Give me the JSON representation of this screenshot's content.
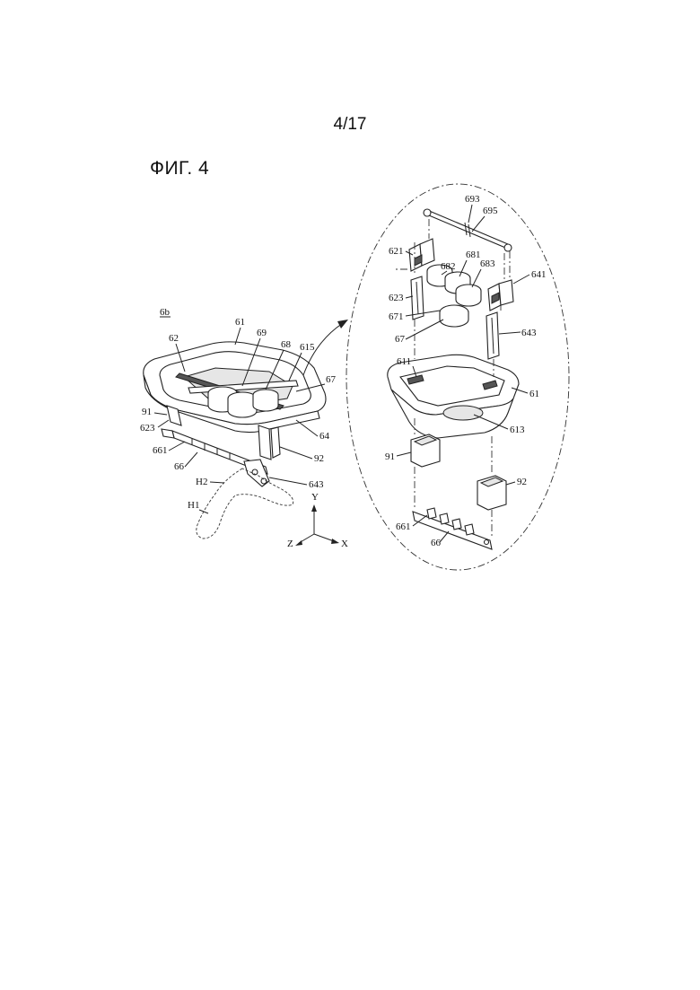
{
  "page_number": "4/17",
  "figure_title": "ФИГ. 4",
  "assembly_label": "6b",
  "left_labels": {
    "l61": "61",
    "l62": "62",
    "l69": "69",
    "l68": "68",
    "l615": "615",
    "l67": "67",
    "l91": "91",
    "l623": "623",
    "l661": "661",
    "l66": "66",
    "l64": "64",
    "l92": "92",
    "lH2": "H2",
    "l643": "643",
    "lH1": "H1"
  },
  "axes": {
    "y": "Y",
    "z": "Z",
    "x": "X"
  },
  "right_labels": {
    "r693": "693",
    "r695": "695",
    "r621": "621",
    "r682": "682",
    "r681": "681",
    "r683": "683",
    "r641": "641",
    "r623": "623",
    "r671": "671",
    "r67": "67",
    "r643": "643",
    "r611": "611",
    "r61": "61",
    "r613": "613",
    "r91": "91",
    "r92": "92",
    "r661": "661",
    "r66": "66"
  }
}
